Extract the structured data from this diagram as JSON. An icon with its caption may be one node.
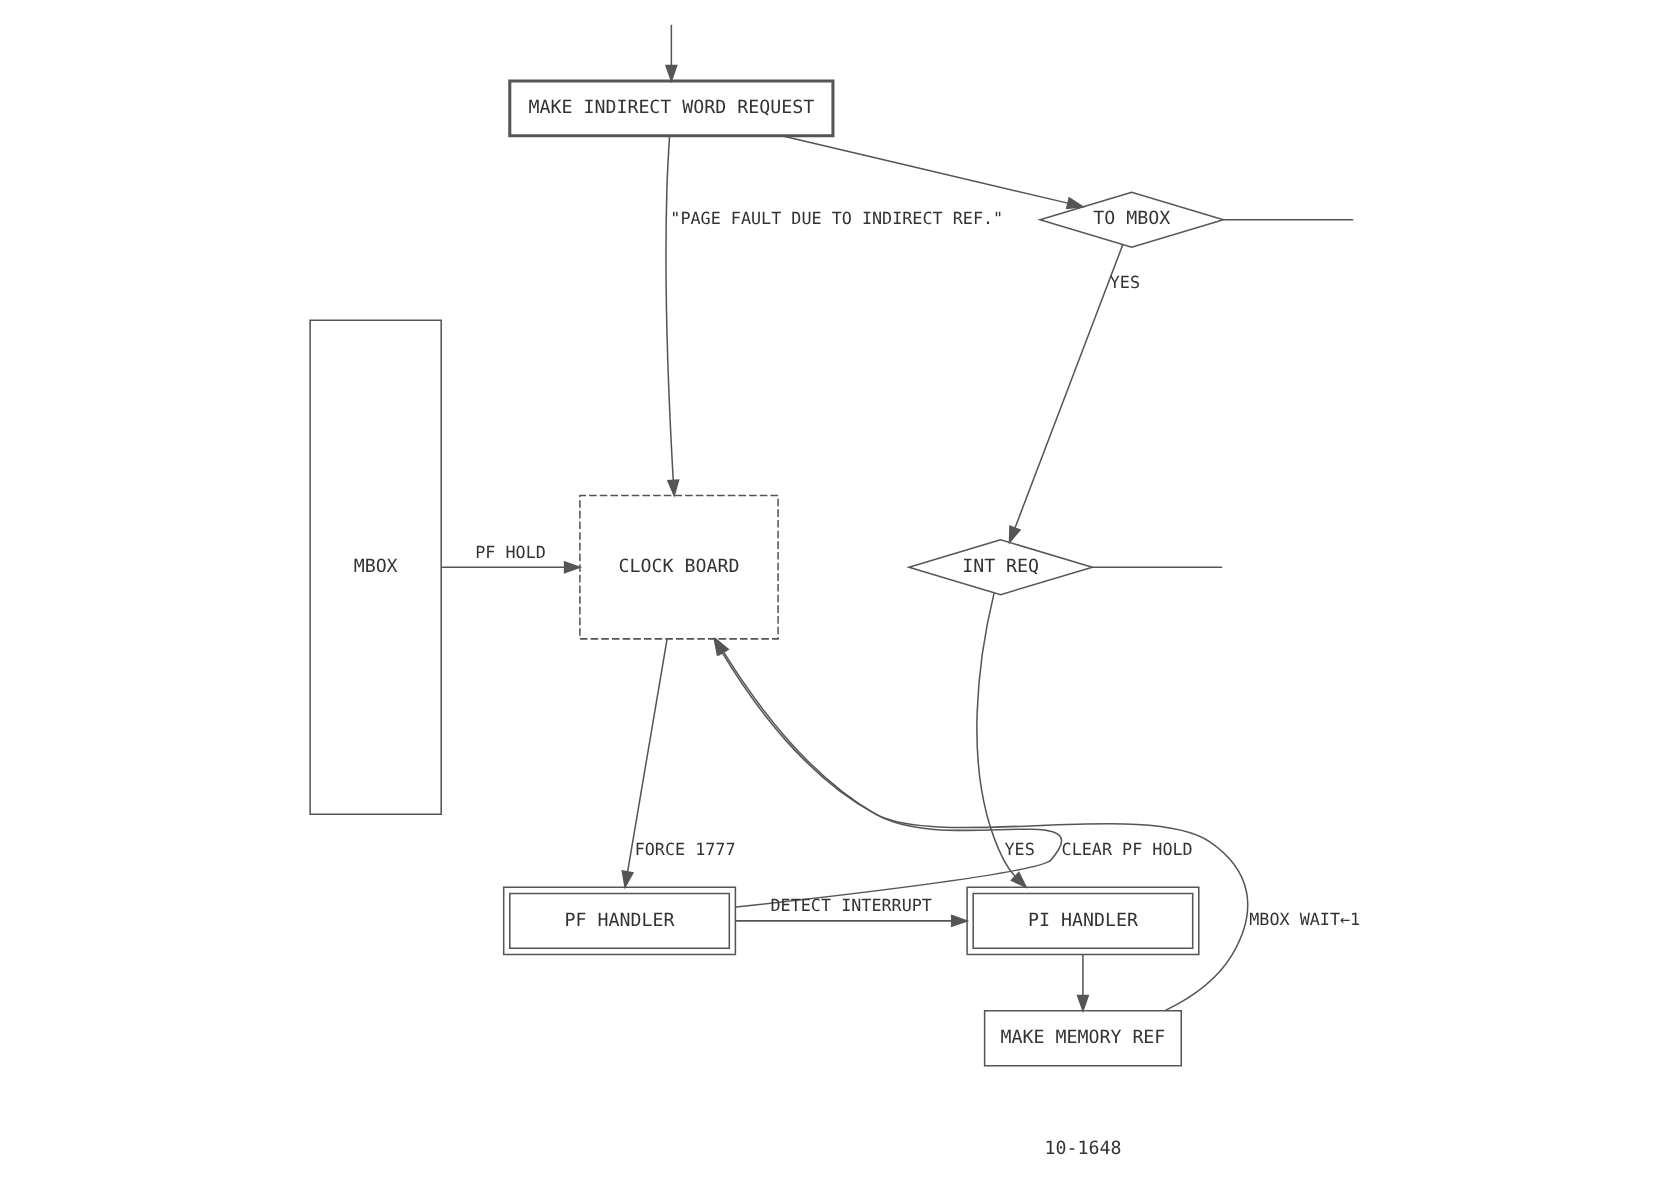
{
  "diagram": {
    "nodes": [
      {
        "text": [
          "MBOX"
        ]
      },
      {
        "text": [
          "MAKE INDIRECT WORD REQUEST"
        ]
      },
      {
        "text": [
          "TO MBOX"
        ]
      },
      {
        "text": [
          "INT REQ"
        ]
      },
      {
        "text": [
          "CLOCK BOARD"
        ]
      },
      {
        "text": [
          "PF HANDLER"
        ]
      },
      {
        "text": [
          "PI HANDLER"
        ]
      },
      {
        "text": [
          "MAKE MEMORY REF"
        ]
      }
    ],
    "edges": [
      {
        "from": null,
        "to": 1,
        "arrow": "to"
      },
      {
        "from": 1,
        "to": 4,
        "arrow": "to",
        "label": "\"PAGE FAULT DUE TO INDIRECT REF.\""
      },
      {
        "from": 0,
        "to": 4,
        "arrow": "to",
        "label": "PF HOLD"
      },
      {
        "from": 1,
        "to": 2,
        "arrow": "to"
      },
      {
        "from": 2,
        "to": 3,
        "arrow": "to",
        "label": "YES"
      },
      {
        "from": 2,
        "to": null,
        "arrow": "none"
      },
      {
        "from": 3,
        "to": null,
        "arrow": "none"
      },
      {
        "from": 3,
        "to": 6,
        "arrow": "to",
        "label": "YES"
      },
      {
        "from": 4,
        "to": 5,
        "arrow": "to",
        "label": "FORCE 1777"
      },
      {
        "from": 5,
        "to": 4,
        "arrow": "to",
        "label": "CLEAR PF HOLD"
      },
      {
        "from": 5,
        "to": 6,
        "arrow": "to",
        "label": "DETECT INTERRUPT"
      },
      {
        "from": 6,
        "to": 7,
        "arrow": "to"
      },
      {
        "from": 7,
        "to": 4,
        "arrow": "to",
        "label": "MBOX WAIT←1"
      }
    ],
    "labels": [
      "10-1648"
    ]
  }
}
